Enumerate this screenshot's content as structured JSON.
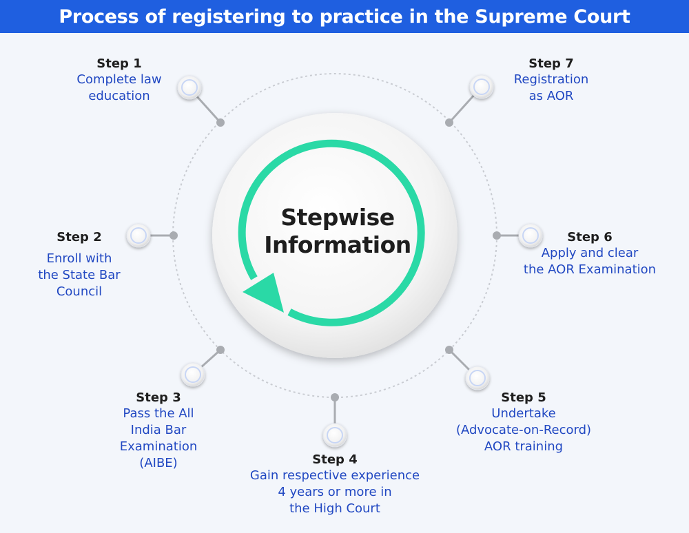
{
  "title": "Process of registering to practice in the Supreme Court",
  "center": {
    "line1": "Stepwise",
    "line2": "Information"
  },
  "colors": {
    "header": "#1f5fe0",
    "accent": "#2ad9a6",
    "title_text": "#1e1e1e",
    "step_text": "#2148c2"
  },
  "steps": [
    {
      "label": "Step 1",
      "text": "Complete law\neducation"
    },
    {
      "label": "Step 2",
      "text": "Enroll with\nthe State Bar\nCouncil"
    },
    {
      "label": "Step 3",
      "text": "Pass the All\nIndia Bar\nExamination\n(AIBE)"
    },
    {
      "label": "Step 4",
      "text": "Gain respective experience\n4 years or more in\nthe High Court"
    },
    {
      "label": "Step 5",
      "text": "Undertake\n(Advocate-on-Record)\nAOR training"
    },
    {
      "label": "Step 6",
      "text": "Apply and clear\nthe AOR Examination"
    },
    {
      "label": "Step 7",
      "text": "Registration\nas AOR"
    }
  ]
}
